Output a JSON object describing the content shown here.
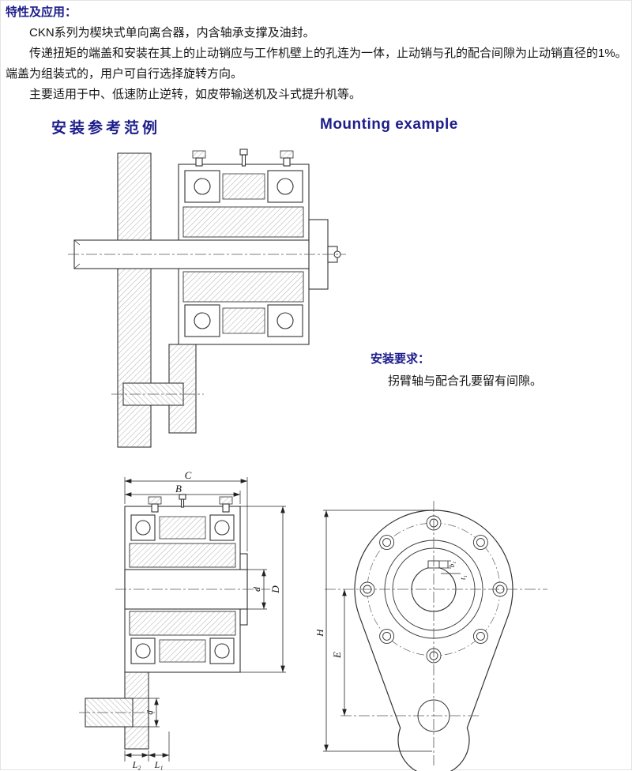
{
  "intro": {
    "heading": "特性及应用：",
    "paragraphs": [
      "CKN系列为楔块式单向离合器，内含轴承支撑及油封。",
      "传递扭矩的端盖和安装在其上的止动销应与工作机壁上的孔连为一体，止动销与孔的配合间隙为止动销直径的1%。端盖为组装式的，用户可自行选择旋转方向。",
      "主要适用于中、低速防止逆转，如皮带输送机及斗式提升机等。"
    ]
  },
  "titles": {
    "zh": "安装参考范例",
    "en": "Mounting example"
  },
  "install": {
    "heading": "安装要求：",
    "text": "拐臂轴与配合孔要留有间隙。"
  },
  "dims": {
    "section_view": {
      "C": "C",
      "B": "B",
      "d_bore": "d",
      "D": "D",
      "d_pin": "d",
      "L2": "L₂",
      "L1": "L₁"
    },
    "front_view": {
      "H": "H",
      "E": "E",
      "b1": "b₁",
      "t1": "t₁"
    }
  },
  "colors": {
    "heading": "#1d1d8c",
    "body_text": "#151515",
    "drawing_line": "#333333"
  }
}
